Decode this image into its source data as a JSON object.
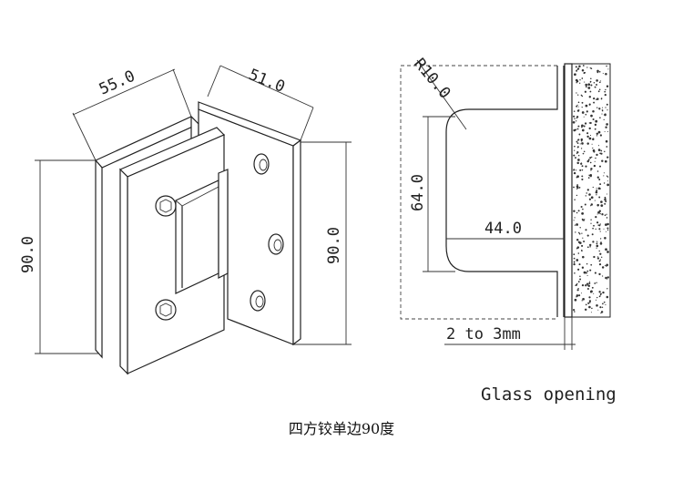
{
  "hinge_drawing": {
    "dim_width_left": "55.0",
    "dim_width_right": "51.0",
    "dim_height_left": "90.0",
    "dim_height_right": "90.0"
  },
  "section_drawing": {
    "dim_radius": "R10.0",
    "dim_height": "64.0",
    "dim_depth": "44.0",
    "dim_gap": "2 to 3mm",
    "note": "Glass opening"
  },
  "caption": "四方铰单边90度",
  "colors": {
    "line": "#222222",
    "background": "#ffffff"
  }
}
